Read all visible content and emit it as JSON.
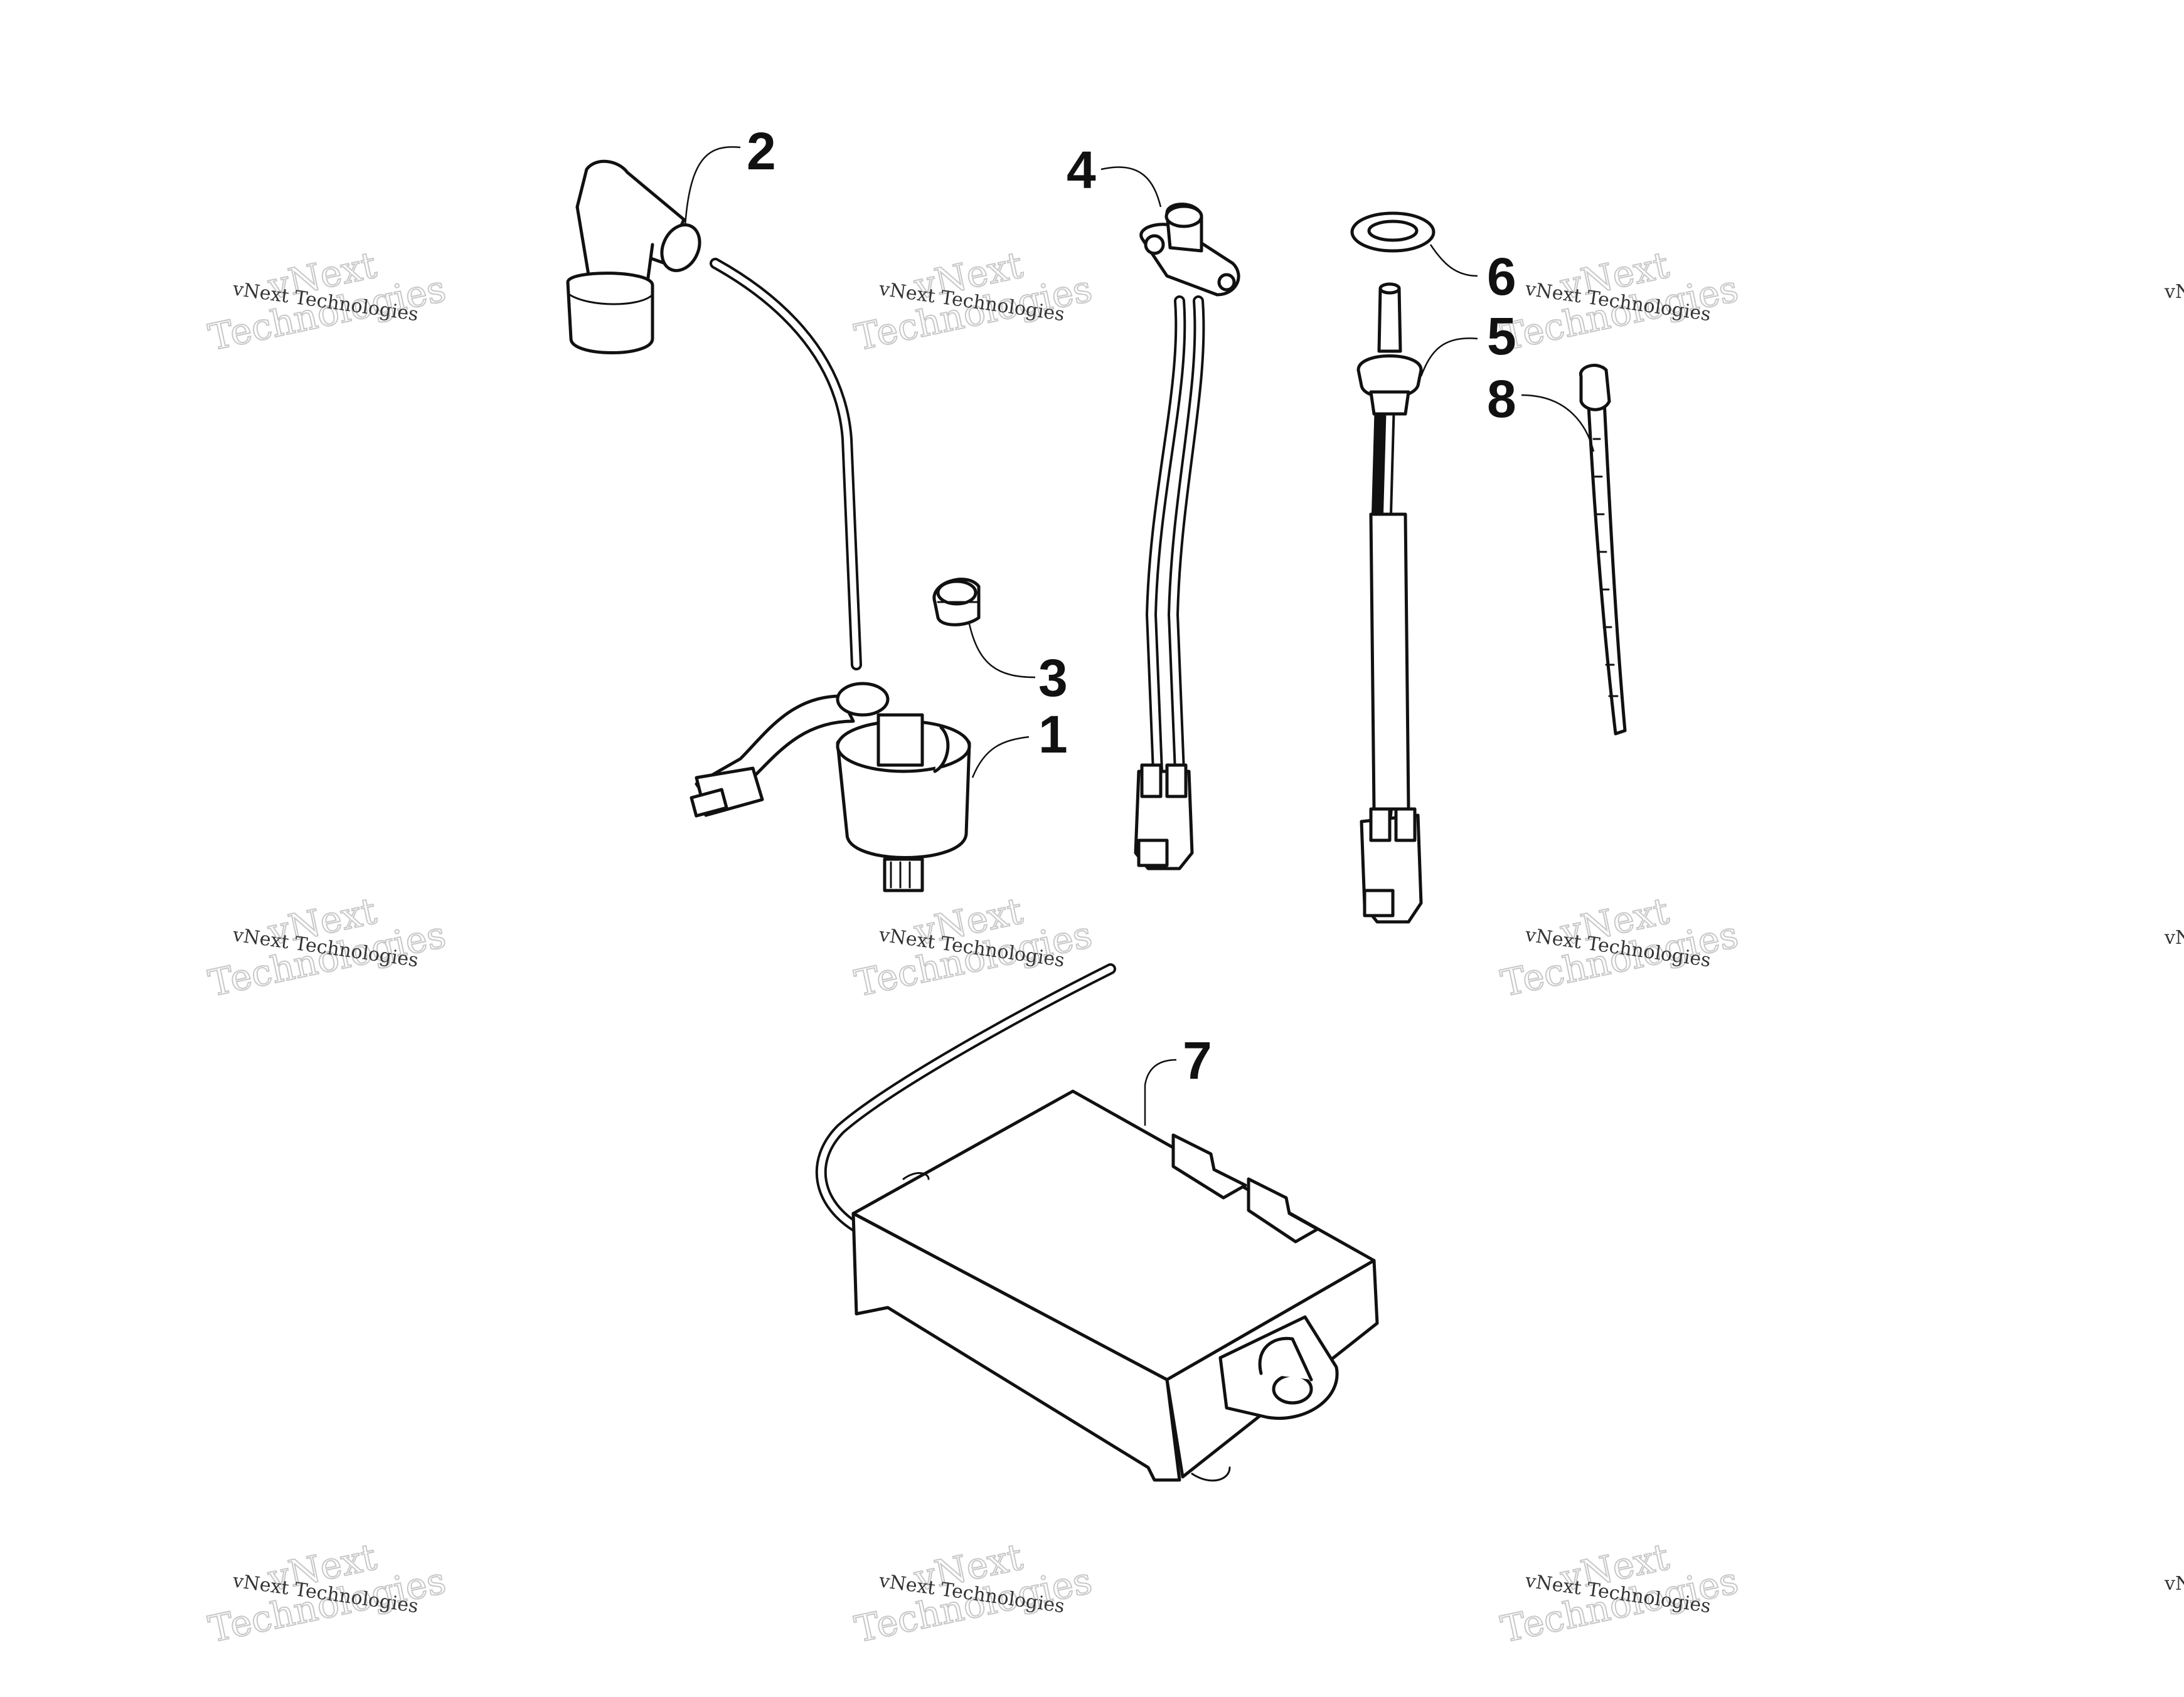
{
  "callouts": [
    {
      "id": "1",
      "label": "1"
    },
    {
      "id": "2",
      "label": "2"
    },
    {
      "id": "3",
      "label": "3"
    },
    {
      "id": "4",
      "label": "4"
    },
    {
      "id": "5",
      "label": "5"
    },
    {
      "id": "6",
      "label": "6"
    },
    {
      "id": "7",
      "label": "7"
    },
    {
      "id": "8",
      "label": "8"
    }
  ],
  "watermark": {
    "line1": "vNext Technologies",
    "line2": "vNext",
    "line3": "Technologies"
  }
}
